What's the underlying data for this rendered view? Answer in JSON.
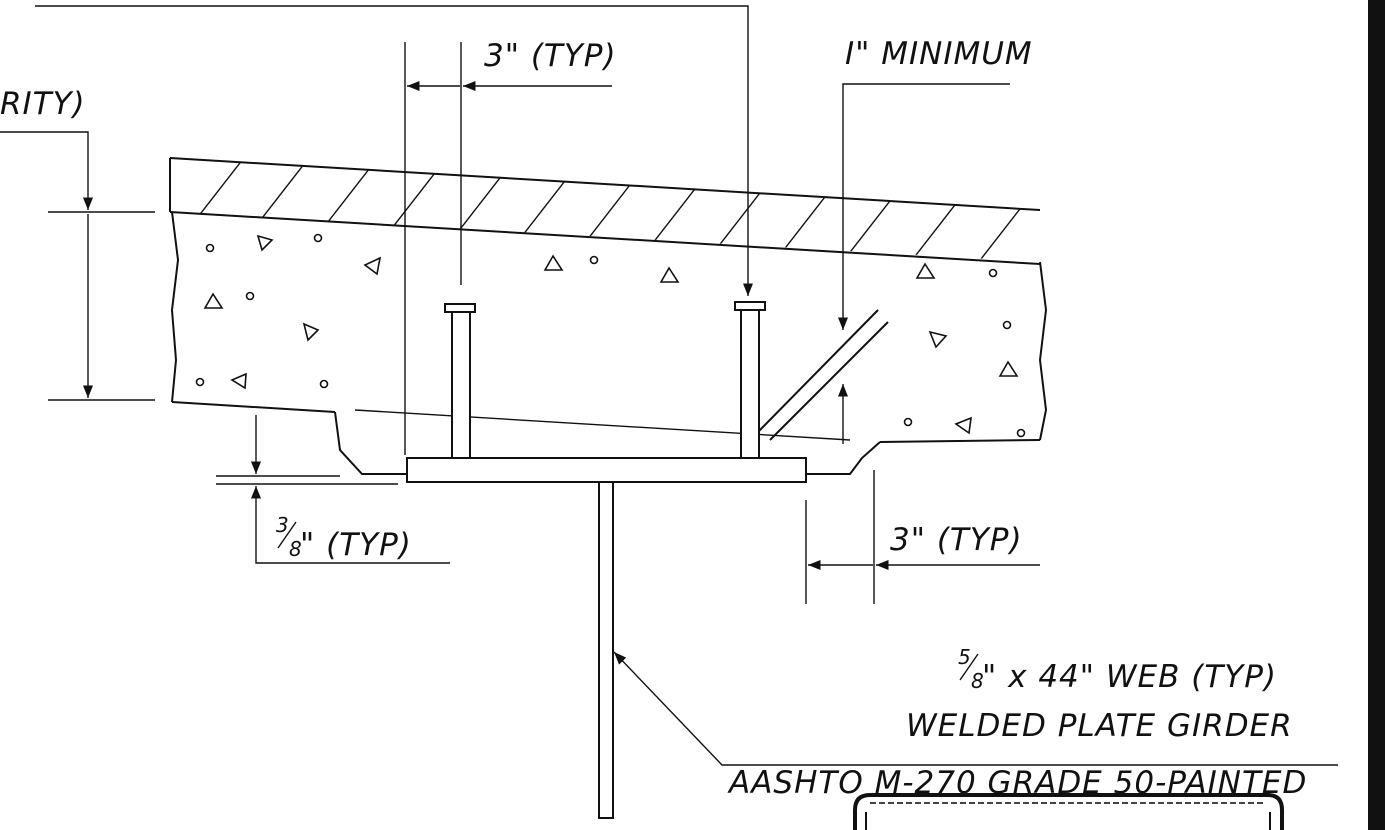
{
  "labels": {
    "clarity_partial": "RITY)",
    "top_stud_spacing": "3\" (TYP)",
    "cover_minimum": "I\" MINIMUM",
    "haunch_fraction_num": "3",
    "haunch_fraction_den": "8",
    "haunch_rest": "\" (TYP)",
    "edge_distance": "3\" (TYP)",
    "web_fraction_num": "5",
    "web_fraction_den": "8",
    "web_rest": "\" x 44\" WEB (TYP)",
    "girder_type": "WELDED PLATE GIRDER",
    "material_spec": "AASHTO M-270 GRADE 50-PAINTED"
  }
}
